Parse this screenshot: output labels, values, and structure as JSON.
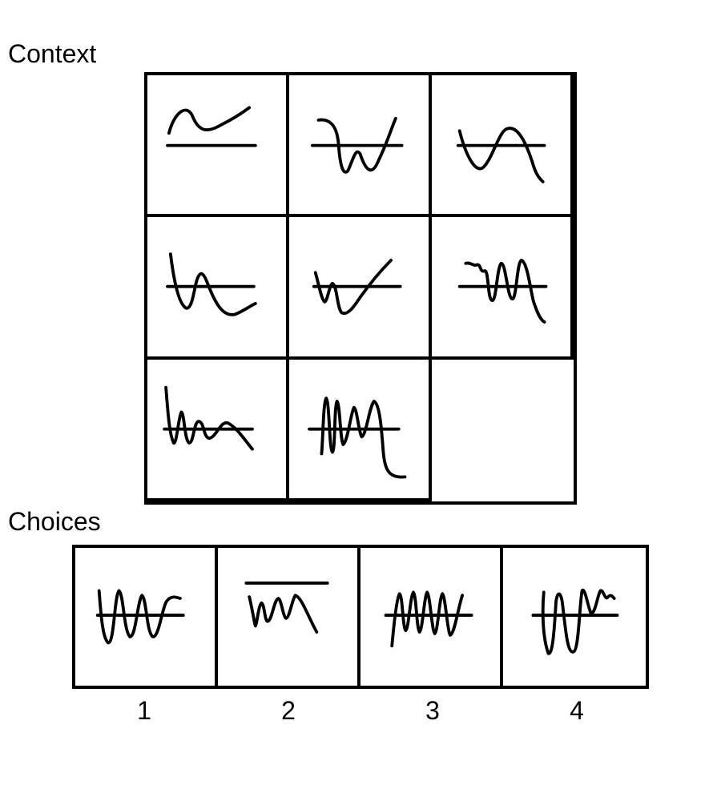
{
  "sections": {
    "context_label": "Context",
    "choices_label": "Choices"
  },
  "context": {
    "cells": [
      {
        "id": "r1c1",
        "icon": "smooth-wave-above-line"
      },
      {
        "id": "r1c2",
        "icon": "w-wave-crossing-line"
      },
      {
        "id": "r1c3",
        "icon": "single-wave-crossing-line"
      },
      {
        "id": "r2c1",
        "icon": "descending-wave-crossing-line"
      },
      {
        "id": "r2c2",
        "icon": "rising-w-wave-crossing-line"
      },
      {
        "id": "r2c3",
        "icon": "jagged-m-wave-crossing-line"
      },
      {
        "id": "r3c1",
        "icon": "jagged-descending-wave-crossing-line"
      },
      {
        "id": "r3c2",
        "icon": "tall-m-wave-crossing-line"
      },
      {
        "id": "r3c3",
        "icon": "empty"
      }
    ]
  },
  "choices": {
    "items": [
      {
        "number": "1",
        "icon": "zigzag-wave-crossing-line"
      },
      {
        "number": "2",
        "icon": "m-wave-below-line"
      },
      {
        "number": "3",
        "icon": "dense-zigzag-crossing-line"
      },
      {
        "number": "4",
        "icon": "deep-wave-with-peak-crossing-line"
      }
    ]
  }
}
